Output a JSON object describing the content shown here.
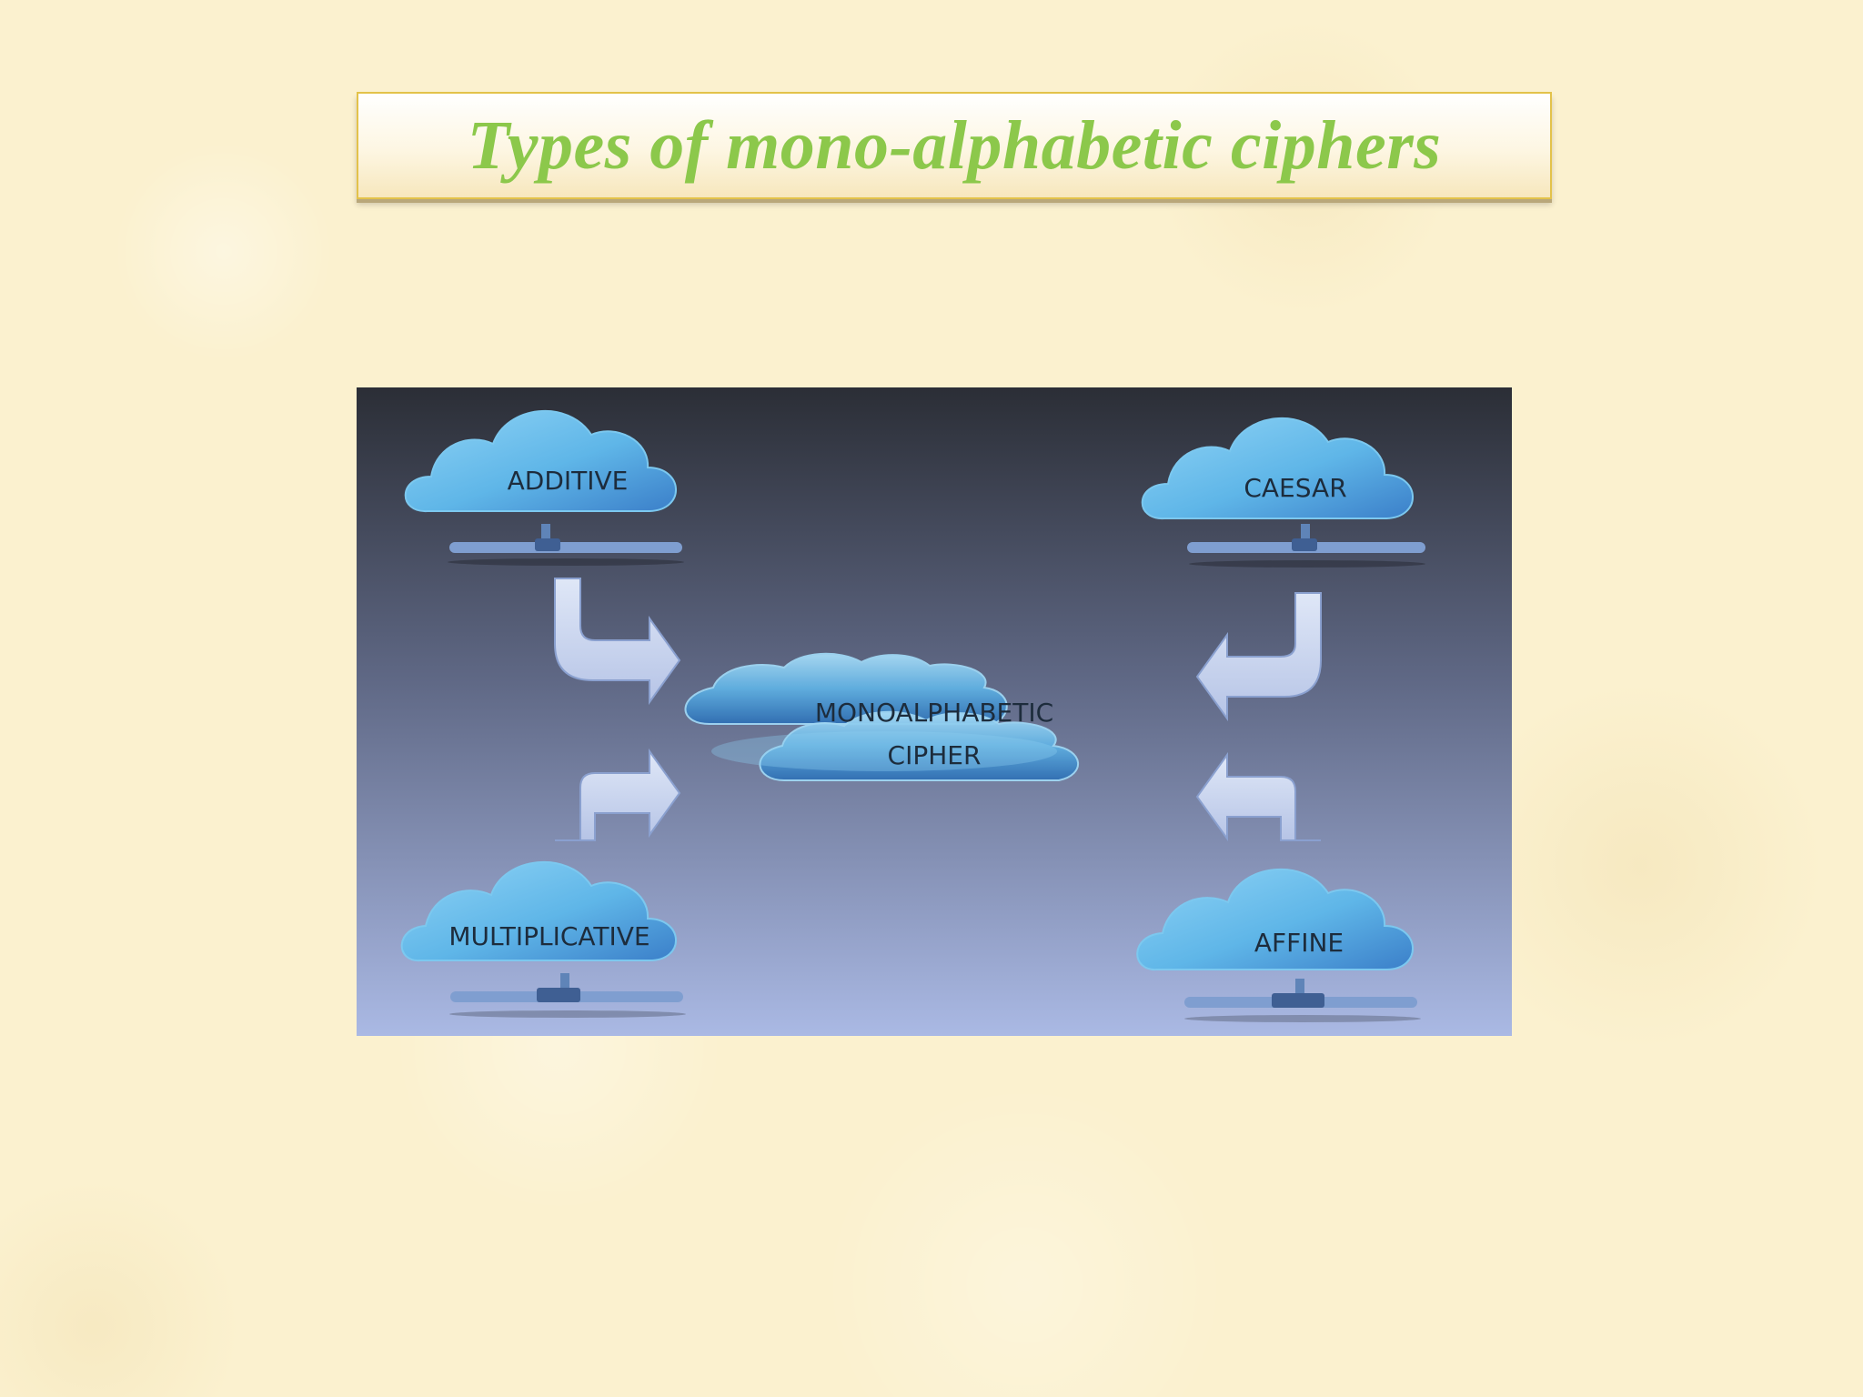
{
  "title": "Types of mono-alphabetic ciphers",
  "diagram": {
    "center": {
      "line1": "MONOALPHABETIC",
      "line2": "CIPHER"
    },
    "nodes": {
      "top_left": "ADDITIVE",
      "top_right": "CAESAR",
      "bottom_left": "MULTIPLICATIVE",
      "bottom_right": "AFFINE"
    }
  },
  "colors": {
    "title_text": "#8cc84b",
    "title_border": "#e3c24a",
    "diagram_bg_top": "#2b2e36",
    "diagram_bg_bottom": "#aab9e4",
    "cloud": "#5fb6e8",
    "arrow": "#c9d4ec"
  }
}
